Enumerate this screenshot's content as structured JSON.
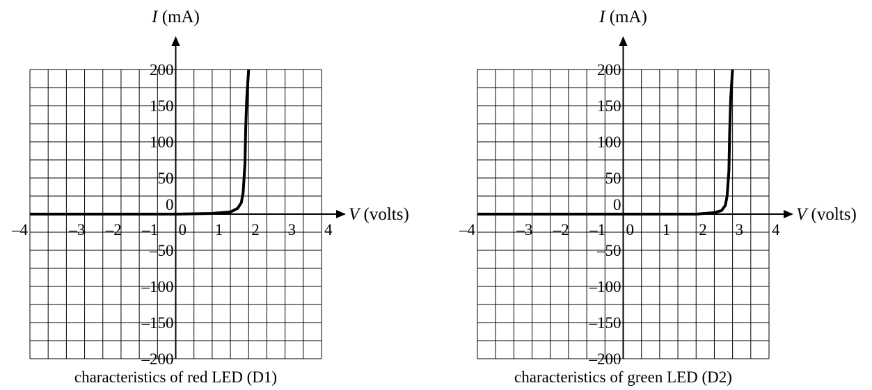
{
  "chart_data": [
    {
      "type": "line",
      "title": "characteristics of red LED (D1)",
      "xlabel_var": "V",
      "xlabel_unit": " (volts)",
      "ylabel_var": "I",
      "ylabel_unit": " (mA)",
      "xlim": [
        -4,
        4
      ],
      "ylim": [
        -200,
        200
      ],
      "x_ticks": [
        -4,
        -3,
        -2,
        -1,
        0,
        1,
        2,
        3,
        4
      ],
      "x_tick_labels": [
        "–4",
        "–3",
        "–2",
        "–1",
        "0",
        "1",
        "2",
        "3",
        "4"
      ],
      "y_ticks": [
        200,
        150,
        100,
        50,
        0,
        -50,
        -100,
        -150,
        -200
      ],
      "y_tick_labels": [
        "200",
        "150",
        "100",
        "50",
        "0",
        "–50",
        "–100",
        "–150",
        "–200"
      ],
      "grid": true,
      "series": [
        {
          "x": [
            -4,
            -3,
            -2,
            -1,
            0,
            1,
            1.5,
            1.7,
            1.8,
            1.85,
            1.9,
            1.92,
            1.95,
            2.0
          ],
          "y": [
            0,
            0,
            0,
            0,
            0,
            1,
            3,
            8,
            16,
            30,
            70,
            120,
            160,
            200
          ]
        }
      ]
    },
    {
      "type": "line",
      "title": "characteristics of green LED (D2)",
      "xlabel_var": "V",
      "xlabel_unit": " (volts)",
      "ylabel_var": "I",
      "ylabel_unit": " (mA)",
      "xlim": [
        -4,
        4
      ],
      "ylim": [
        -200,
        200
      ],
      "x_ticks": [
        -4,
        -3,
        -2,
        -1,
        0,
        1,
        2,
        3,
        4
      ],
      "x_tick_labels": [
        "–4",
        "–3",
        "–2",
        "–1",
        "0",
        "1",
        "2",
        "3",
        "4"
      ],
      "y_ticks": [
        200,
        150,
        100,
        50,
        0,
        -50,
        -100,
        -150,
        -200
      ],
      "y_tick_labels": [
        "200",
        "150",
        "100",
        "50",
        "0",
        "–50",
        "–100",
        "–150",
        "–200"
      ],
      "grid": true,
      "series": [
        {
          "x": [
            -4,
            -3,
            -2,
            -1,
            0,
            1,
            2,
            2.5,
            2.7,
            2.8,
            2.85,
            2.9,
            2.92,
            2.95,
            3.0
          ],
          "y": [
            0,
            0,
            0,
            0,
            0,
            0,
            0,
            2,
            5,
            12,
            25,
            60,
            110,
            160,
            200
          ]
        }
      ]
    }
  ]
}
